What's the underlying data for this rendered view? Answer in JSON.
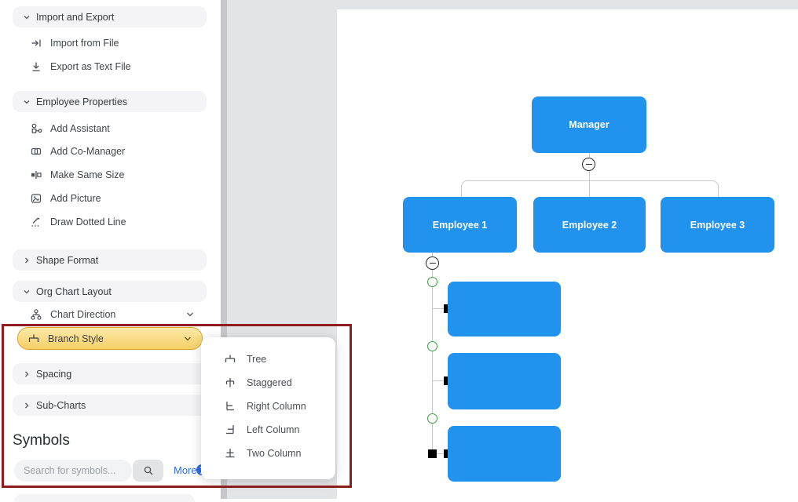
{
  "colors": {
    "accent_blue": "#2192ee",
    "canvas_gray": "#e3e4e6",
    "highlight_yellow_top": "#fdeaa9",
    "highlight_yellow_bottom": "#f6cf66",
    "highlight_border": "#d8a430",
    "annotation_red": "#8f1d1d",
    "link_blue": "#2f6fe4",
    "connection_green": "#3f9e43",
    "connector_gray": "#c9c9c9"
  },
  "sidebar": {
    "sections": [
      {
        "label": "Import and Export",
        "expanded": true,
        "items": [
          {
            "icon": "import-icon",
            "label": "Import from File"
          },
          {
            "icon": "export-icon",
            "label": "Export as Text File"
          }
        ]
      },
      {
        "label": "Employee Properties",
        "expanded": true,
        "items": [
          {
            "icon": "add-assistant-icon",
            "label": "Add Assistant"
          },
          {
            "icon": "add-co-manager-icon",
            "label": "Add Co-Manager"
          },
          {
            "icon": "make-same-size-icon",
            "label": "Make Same Size"
          },
          {
            "icon": "add-picture-icon",
            "label": "Add Picture"
          },
          {
            "icon": "draw-dotted-line-icon",
            "label": "Draw Dotted Line"
          }
        ]
      },
      {
        "label": "Shape Format",
        "expanded": false
      },
      {
        "label": "Org Chart Layout",
        "expanded": true
      }
    ],
    "chart_direction": {
      "label": "Chart Direction"
    },
    "branch_style": {
      "label": "Branch Style",
      "highlighted": true
    },
    "spacing": {
      "label": "Spacing",
      "expanded": false
    },
    "sub_charts": {
      "label": "Sub-Charts",
      "expanded": false
    },
    "symbols": {
      "heading": "Symbols",
      "search_placeholder": "Search for symbols...",
      "more_label": "More"
    }
  },
  "branch_style_menu": {
    "items": [
      {
        "icon": "tree-style-icon",
        "label": "Tree"
      },
      {
        "icon": "staggered-style-icon",
        "label": "Staggered"
      },
      {
        "icon": "right-column-style-icon",
        "label": "Right Column"
      },
      {
        "icon": "left-column-style-icon",
        "label": "Left Column"
      },
      {
        "icon": "two-column-style-icon",
        "label": "Two Column"
      }
    ]
  },
  "canvas": {
    "nodes": {
      "manager": "Manager",
      "employee1": "Employee 1",
      "employee2": "Employee 2",
      "employee3": "Employee 3"
    },
    "unlabeled_sub_nodes": 3
  }
}
